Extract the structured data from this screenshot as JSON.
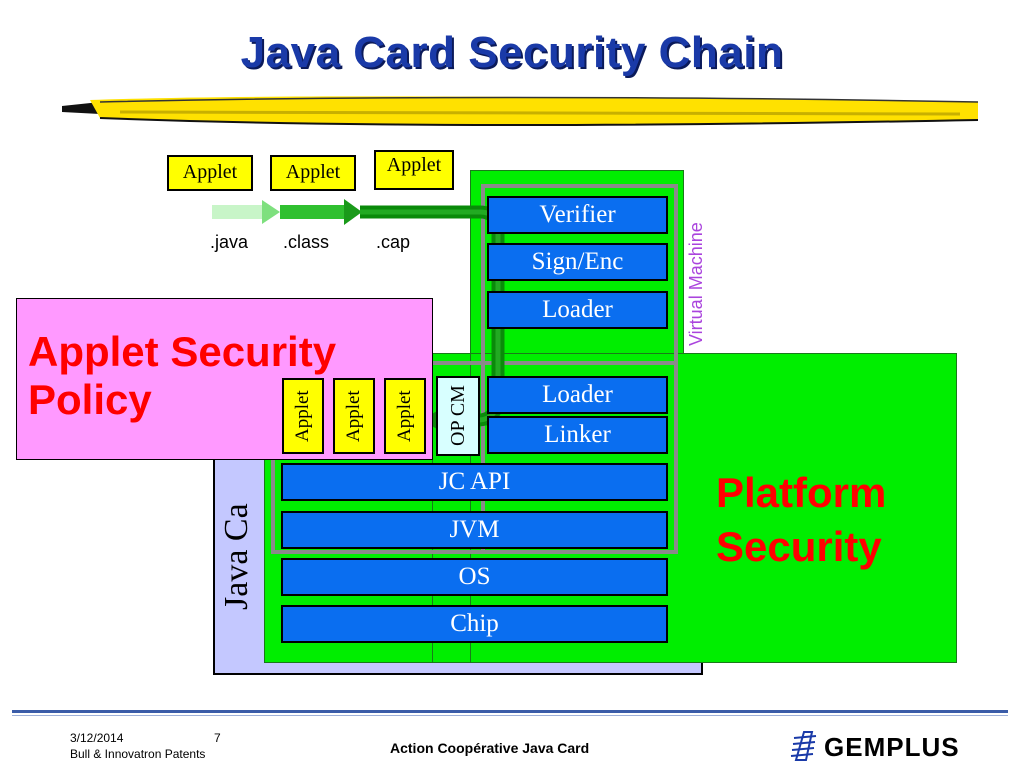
{
  "title": "Java Card Security Chain",
  "applets_top": [
    "Applet",
    "Applet",
    "Applet"
  ],
  "file_types": [
    ".java",
    ".class",
    ".cap"
  ],
  "vm_components": [
    "Verifier",
    "Sign/Enc",
    "Loader"
  ],
  "virtual_machine_label": "Virtual Machine",
  "policy_label": [
    "Applet Security",
    "Policy"
  ],
  "card_applets": [
    "Applet",
    "Applet",
    "Applet"
  ],
  "opcm_label": "OP CM",
  "card_side_label": "Java Ca",
  "card_loader": "Loader",
  "card_linker": "Linker",
  "layers": [
    "JC API",
    "JVM",
    "OS",
    "Chip"
  ],
  "platform_label": [
    "Platform",
    "Security"
  ],
  "footer": {
    "date": "3/12/2014",
    "page": "7",
    "patents": "Bull & Innovatron Patents",
    "center": "Action Coopérative Java Card",
    "brand": "GEMPLUS"
  },
  "colors": {
    "title": "#1a3aa8",
    "bar_blue": "#0a6ef0",
    "green": "#00ee00",
    "pink": "#ff99ff",
    "lavender": "#c4c8ff",
    "red": "#ff0000",
    "purple": "#aa44dd",
    "yellow": "#ffff00"
  }
}
